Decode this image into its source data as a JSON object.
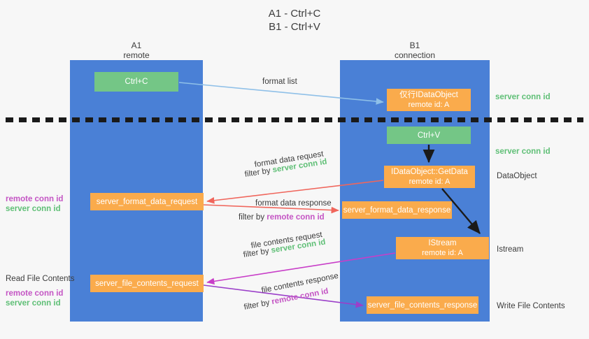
{
  "title": {
    "line1": "A1 - Ctrl+C",
    "line2": "B1 - Ctrl+V"
  },
  "lanes": {
    "a1": {
      "name": "A1",
      "role": "remote"
    },
    "b1": {
      "name": "B1",
      "role": "connection"
    }
  },
  "boxes": {
    "ctrl_c": {
      "label": "Ctrl+C"
    },
    "idataobject": {
      "line1": "仅行IDataObject",
      "line2": "remote id: A"
    },
    "ctrl_v": {
      "label": "Ctrl+V"
    },
    "getdata": {
      "line1": "IDataObject::GetData",
      "line2": "remote id: A"
    },
    "istream": {
      "line1": "IStream",
      "line2": "remote id: A"
    },
    "server_format_data_request": {
      "label": "server_format_data_request"
    },
    "server_format_data_response": {
      "label": "server_format_data_response"
    },
    "server_file_contents_request": {
      "label": "server_file_contents_request"
    },
    "server_file_contents_response": {
      "label": "server_file_contents_response"
    }
  },
  "flow_labels": {
    "format_list": "format list",
    "format_data_request": "format data request",
    "format_data_response": "format data response",
    "file_contents_request": "file contents request",
    "file_contents_response": "file contents response",
    "filter_by": "filter by",
    "server_conn_id": "server conn id",
    "remote_conn_id": "remote conn id"
  },
  "annotations": {
    "server_conn_id_top": "server conn id",
    "server_conn_id_mid": "server conn id",
    "data_object": "DataObject",
    "istream": "Istream",
    "write_file_contents": "Write File Contents",
    "read_file_contents": "Read File Contents",
    "remote_conn_id": "remote conn id",
    "server_conn_id": "server conn id"
  },
  "colors": {
    "lane": "#4a80d6",
    "green_box": "#74c686",
    "orange_box": "#faab4c",
    "green_text": "#5fbf76",
    "magenta_text": "#c455c4",
    "arrow_light_blue": "#8fc0e8",
    "arrow_red": "#f0665c",
    "arrow_magenta": "#c83ec8",
    "arrow_purple": "#9b3fc9",
    "arrow_black": "#1a1a1a",
    "background": "#f7f7f7"
  }
}
